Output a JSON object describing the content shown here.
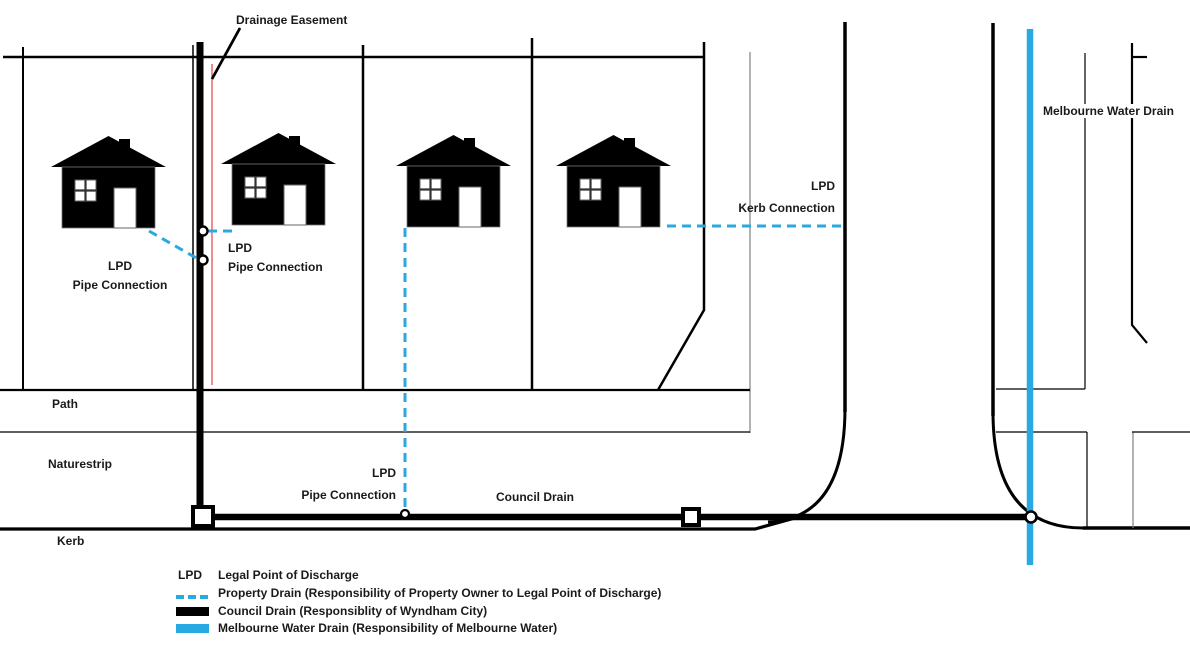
{
  "colors": {
    "blue": "#29A9E1",
    "red": "#E05252",
    "ink": "#000000"
  },
  "labels": {
    "drainage_easement": "Drainage Easement",
    "melbourne_water_drain": "Melbourne Water Drain",
    "lpd": "LPD",
    "pipe_connection": "Pipe Connection",
    "kerb_connection": "Kerb Connection",
    "council_drain": "Council Drain",
    "path": "Path",
    "naturestrip": "Naturestrip",
    "kerb": "Kerb"
  },
  "legend": {
    "rows": [
      {
        "symbol": "LPD",
        "text": "Legal Point of Discharge"
      },
      {
        "symbol": "dashed-blue-line",
        "text": "Property Drain (Responsibility of Property Owner to Legal Point of Discharge)"
      },
      {
        "symbol": "solid-black-line",
        "text": "Council Drain (Responsiblity of Wyndham City)"
      },
      {
        "symbol": "solid-blue-line",
        "text": "Melbourne Water Drain (Responsibility of Melbourne Water)"
      }
    ]
  }
}
